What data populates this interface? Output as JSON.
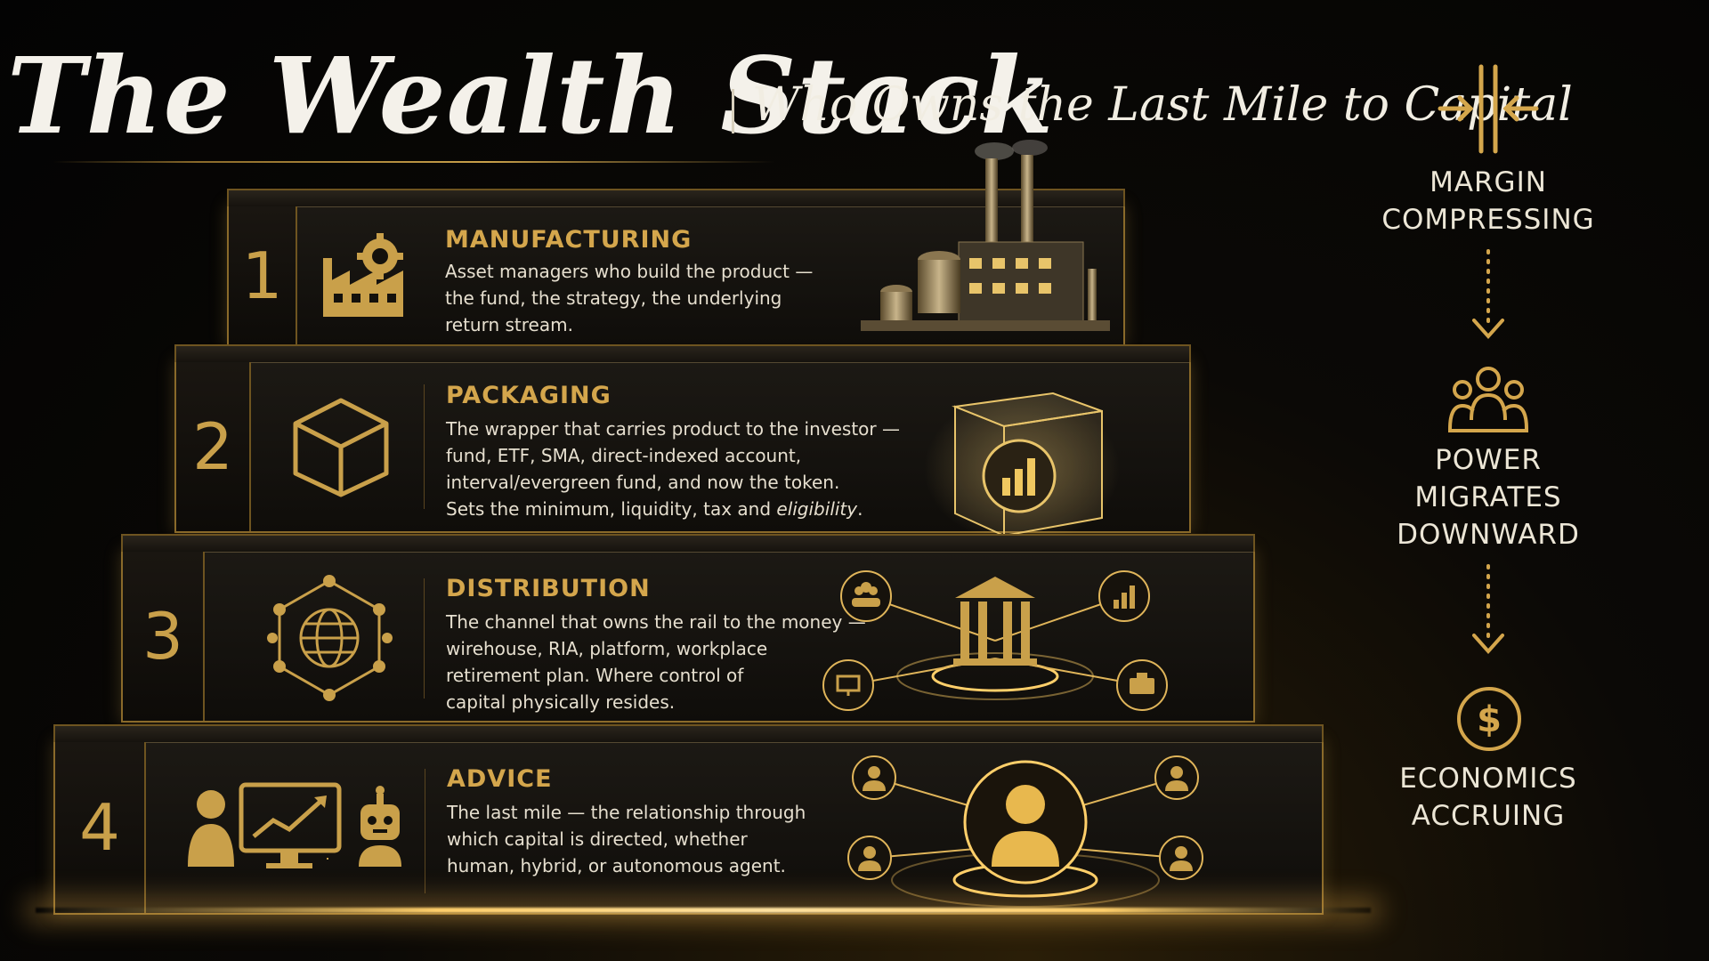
{
  "title": {
    "main": "The Wealth Stack",
    "subtitle": "Who Owns the Last Mile to Capital"
  },
  "tiers": [
    {
      "number": "1",
      "title": "MANUFACTURING",
      "lines": [
        "Asset managers who build the product —",
        "the fund, the strategy, the underlying",
        "return stream."
      ],
      "icon": "factory-gear-icon",
      "art": "factory-illustration"
    },
    {
      "number": "2",
      "title": "PACKAGING",
      "lines": [
        "The wrapper that carries product to the investor —",
        "fund, ETF, SMA, direct-indexed account,",
        "interval/evergreen fund, and now the token.",
        "Sets the minimum, liquidity, tax and "
      ],
      "last_line_emphasis": "eligibility",
      "last_line_end": ".",
      "icon": "cube-icon",
      "art": "glass-cube-illustration"
    },
    {
      "number": "3",
      "title": "DISTRIBUTION",
      "lines": [
        "The channel that owns the rail to the money —",
        "wirehouse, RIA, platform, workplace",
        "retirement plan. Where control of",
        "capital physically resides."
      ],
      "icon": "network-globe-icon",
      "art": "bank-network-illustration"
    },
    {
      "number": "4",
      "title": "ADVICE",
      "lines": [
        "The last mile — the relationship through",
        "which capital is directed, whether",
        "human, hybrid, or autonomous agent."
      ],
      "icon": "advisor-robot-icon",
      "art": "person-network-illustration"
    }
  ],
  "flow": [
    {
      "label_lines": [
        "MARGIN",
        "COMPRESSING"
      ],
      "icon": "compress-arrows-icon"
    },
    {
      "label_lines": [
        "POWER",
        "MIGRATES",
        "DOWNWARD"
      ],
      "icon": "people-group-icon"
    },
    {
      "label_lines": [
        "ECONOMICS",
        "ACCRUING"
      ],
      "icon": "dollar-coin-icon"
    }
  ],
  "colors": {
    "gold": "#c9a04a",
    "gold_light": "#ffcf6a",
    "background": "#050403",
    "text": "#e9e2d0"
  }
}
